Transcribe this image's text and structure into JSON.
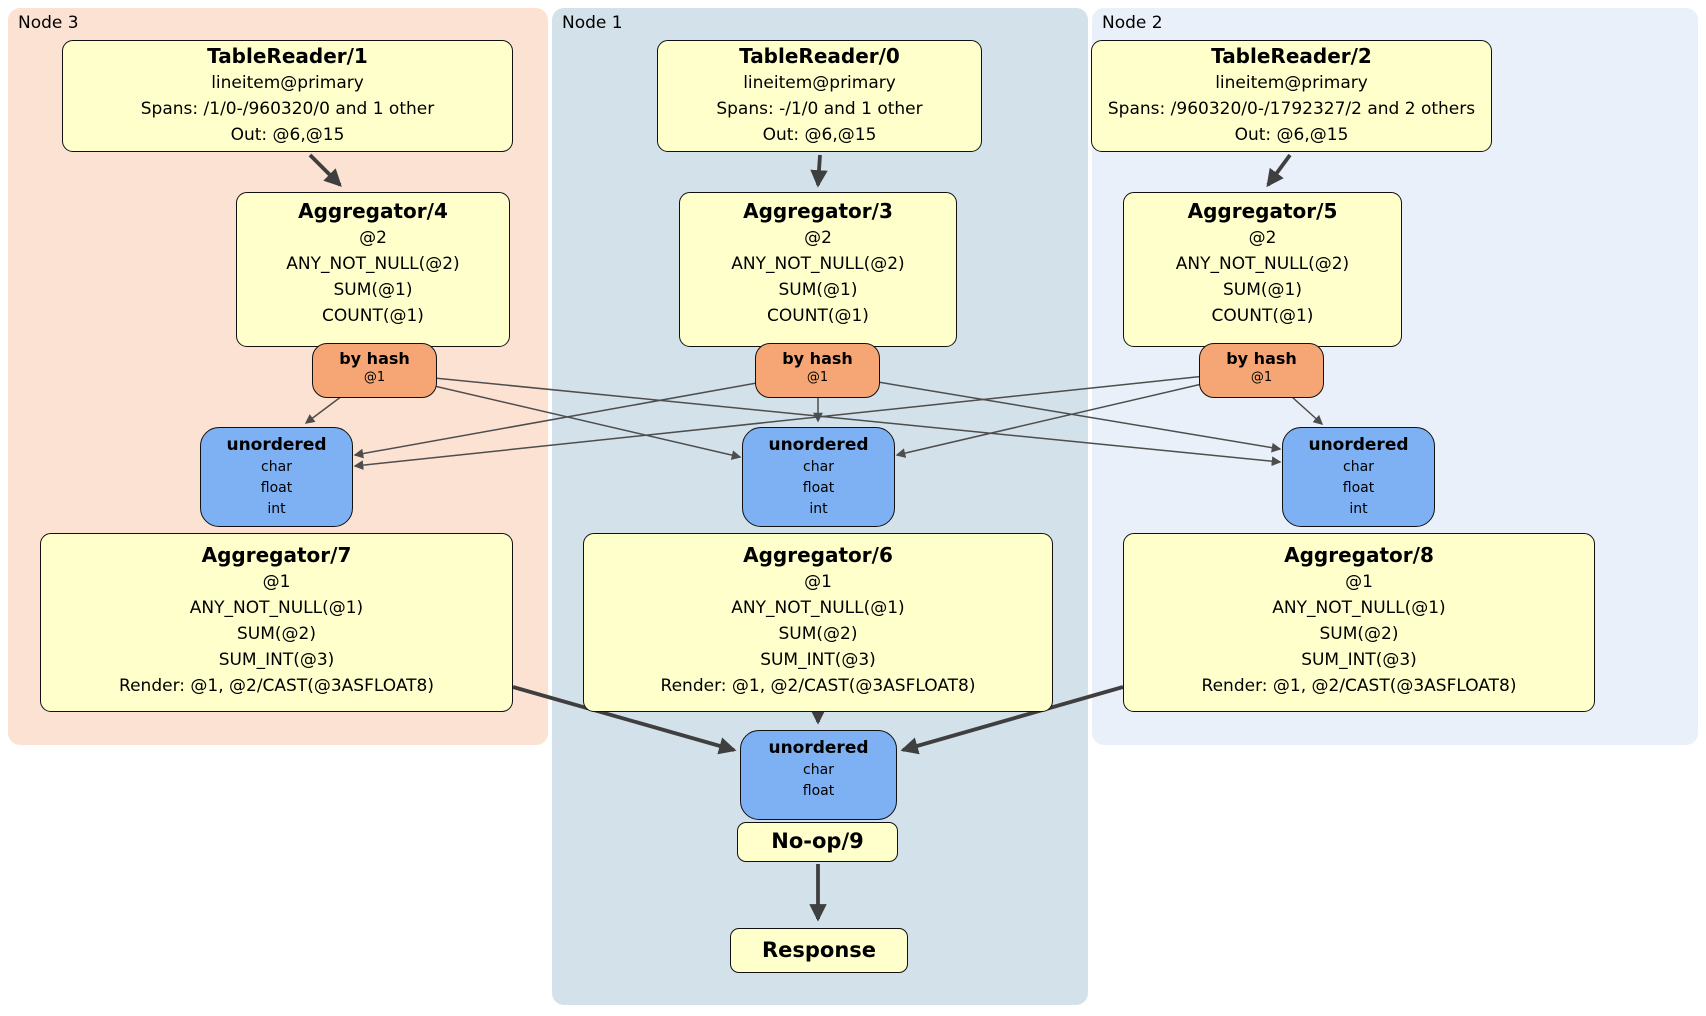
{
  "colors": {
    "node3_panel": "#fce2d3",
    "node1_panel": "#d3e1ea",
    "node2_panel": "#eaf0f9",
    "processor_box": "#ffffcc",
    "hash_router": "#f6a674",
    "unordered_sync": "#7db1f3",
    "edge": "#3f3f3f"
  },
  "nodes": [
    {
      "label": "Node 3",
      "table_reader": {
        "title": "TableReader/1",
        "index": "lineitem@primary",
        "spans": "Spans: /1/0-/960320/0 and 1 other",
        "out": "Out: @6,@15"
      },
      "aggregator_top": {
        "title": "Aggregator/4",
        "lines": [
          "@2",
          "ANY_NOT_NULL(@2)",
          "SUM(@1)",
          "COUNT(@1)"
        ]
      },
      "router": {
        "title": "by hash",
        "detail": "@1"
      },
      "sync": {
        "title": "unordered",
        "lines": [
          "char",
          "float",
          "int"
        ]
      },
      "aggregator_bottom": {
        "title": "Aggregator/7",
        "lines": [
          "@1",
          "ANY_NOT_NULL(@1)",
          "SUM(@2)",
          "SUM_INT(@3)",
          "Render: @1, @2/CAST(@3ASFLOAT8)"
        ]
      }
    },
    {
      "label": "Node 1",
      "table_reader": {
        "title": "TableReader/0",
        "index": "lineitem@primary",
        "spans": "Spans: -/1/0 and 1 other",
        "out": "Out: @6,@15"
      },
      "aggregator_top": {
        "title": "Aggregator/3",
        "lines": [
          "@2",
          "ANY_NOT_NULL(@2)",
          "SUM(@1)",
          "COUNT(@1)"
        ]
      },
      "router": {
        "title": "by hash",
        "detail": "@1"
      },
      "sync": {
        "title": "unordered",
        "lines": [
          "char",
          "float",
          "int"
        ]
      },
      "aggregator_bottom": {
        "title": "Aggregator/6",
        "lines": [
          "@1",
          "ANY_NOT_NULL(@1)",
          "SUM(@2)",
          "SUM_INT(@3)",
          "Render: @1, @2/CAST(@3ASFLOAT8)"
        ]
      }
    },
    {
      "label": "Node 2",
      "table_reader": {
        "title": "TableReader/2",
        "index": "lineitem@primary",
        "spans": "Spans: /960320/0-/1792327/2 and 2 others",
        "out": "Out: @6,@15"
      },
      "aggregator_top": {
        "title": "Aggregator/5",
        "lines": [
          "@2",
          "ANY_NOT_NULL(@2)",
          "SUM(@1)",
          "COUNT(@1)"
        ]
      },
      "router": {
        "title": "by hash",
        "detail": "@1"
      },
      "sync": {
        "title": "unordered",
        "lines": [
          "char",
          "float",
          "int"
        ]
      },
      "aggregator_bottom": {
        "title": "Aggregator/8",
        "lines": [
          "@1",
          "ANY_NOT_NULL(@1)",
          "SUM(@2)",
          "SUM_INT(@3)",
          "Render: @1, @2/CAST(@3ASFLOAT8)"
        ]
      }
    }
  ],
  "final": {
    "sync": {
      "title": "unordered",
      "lines": [
        "char",
        "float"
      ]
    },
    "noop_label": "No-op/9",
    "response_label": "Response"
  }
}
